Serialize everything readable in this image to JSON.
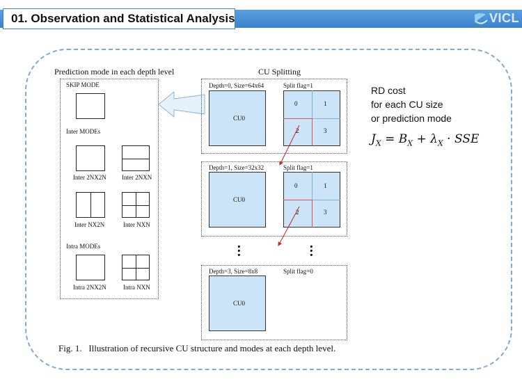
{
  "header": {
    "title": "01. Observation and Statistical Analysis",
    "logo_text": "VICL"
  },
  "left": {
    "title": "Prediction mode in each depth level",
    "skip_label": "SKIP MODE",
    "inter_label": "Inter MODEs",
    "intra_label": "Intra MODEs",
    "modes": {
      "inter_2nx2n": "Inter 2NX2N",
      "inter_2nxn": "Inter 2NXN",
      "inter_nx2n": "Inter NX2N",
      "inter_nxn": "Inter NXN",
      "intra_2nx2n": "Intra 2NX2N",
      "intra_nxn": "Intra NXN"
    }
  },
  "cu": {
    "title": "CU Splitting",
    "levels": [
      {
        "depth_label": "Depth=0, Size=64x64",
        "split_label": "Split flag=1",
        "cu": "CU0",
        "quads": [
          "0",
          "1",
          "2",
          "3"
        ]
      },
      {
        "depth_label": "Depth=1, Size=32x32",
        "split_label": "Split flag=1",
        "cu": "CU0",
        "quads": [
          "0",
          "1",
          "2",
          "3"
        ]
      },
      {
        "depth_label": "Depth=3, Size=8x8",
        "split_label": "Split flag=0",
        "cu": "CU0"
      }
    ]
  },
  "annotations": {
    "rd_lines": [
      "RD cost",
      "for each CU size",
      "or prediction mode"
    ],
    "formula": {
      "lhs": "J",
      "lhs_sub": "X",
      "b": "B",
      "b_sub": "X",
      "lam": "λ",
      "lam_sub": "X",
      "sse": "SSE"
    }
  },
  "caption": "Fig. 1.   Illustration of recursive CU structure and modes at each depth level."
}
